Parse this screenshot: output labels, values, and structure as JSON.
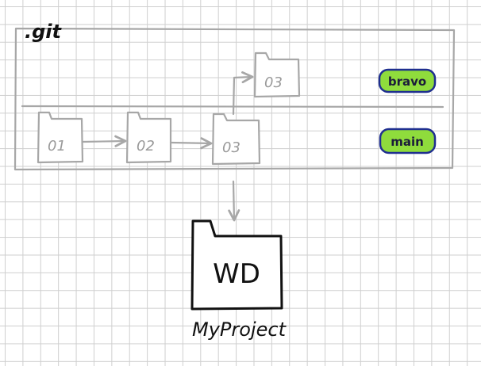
{
  "repository": {
    "label": ".git"
  },
  "commits": {
    "c1": "01",
    "c2": "02",
    "c3_main": "03",
    "c3_bravo": "03"
  },
  "branches": {
    "bravo": "bravo",
    "main": "main"
  },
  "working_directory": {
    "label": "WD",
    "project_name": "MyProject"
  },
  "colors": {
    "branch_fill": "#8fdc3c",
    "branch_border": "#1f2f8f",
    "sketch_gray": "#a7a7a7",
    "ink": "#111111"
  }
}
